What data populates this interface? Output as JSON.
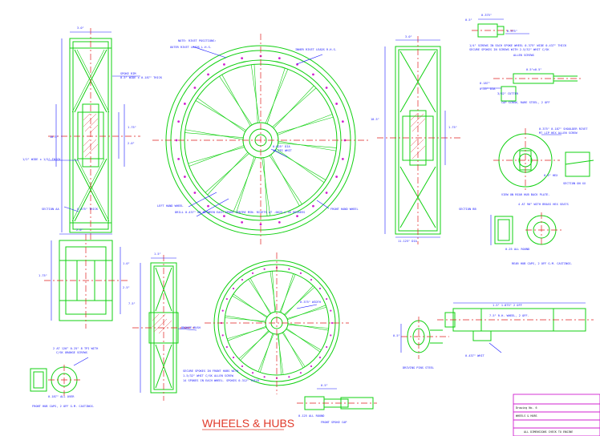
{
  "drawing_title": "WHEELS & HUBS",
  "notes": {
    "rivet_positions": "NOTE: RIVET POSITIONS:",
    "outer_rivet": "OUTER RIVET LEADS L.H.S.",
    "inner_rivet": "INNER RIVET LEADS R.H.S.",
    "front_hand_wheel": "FRONT HAND WHEEL",
    "left_hand_wheel": "LEFT HAND WHEEL",
    "drill_note": "DRILL 0.437\" ON BETWEEN EACH SPOKE CENTRE MIN. RIVETS AT .0625 x 45 DEGREES",
    "spoke_note_1": "SECURE SPOKES IN FRONT HUBS WITH",
    "spoke_note_2": "1-5/32\" WHIT C/SK ALLEN SCREW",
    "spoke_note_3": "14 SPOKES IN EACH WHEEL. SPOKES 0.312\" THICK",
    "front_hub_caps": "FRONT HUB CAPS, 2 OFF G.M. CASTINGS.",
    "rear_hub_caps": "REAR HUB CAPS, 2 OFF G.M. CASTINGS.",
    "view_rear_hub": "VIEW ON REAR HUB BACK PLATE.",
    "section_aa": "SECTION AA",
    "section_bb": "SECTION BB",
    "section_on_xx": "SECTION ON XX",
    "at_90_brass": "4 AT 90° WITH BRASS HEX SEATS",
    "rear_wheel_shaft": "7.5\" R.H. WHEEL, 2 OFF.",
    "driving_pins": "DRIVING PINS STEEL",
    "allen_screws": "ALLEN SCREWS",
    "bronze_bush": "BRONZE BUSH",
    "front_spoke_cap": "FRONT SPOKE CAP"
  },
  "title_block": {
    "drawing_no": "Drawing No. 6",
    "name": "WHEELS & HUBS",
    "note": "ALL DIMENSIONS CHECK TO ENGINE"
  }
}
